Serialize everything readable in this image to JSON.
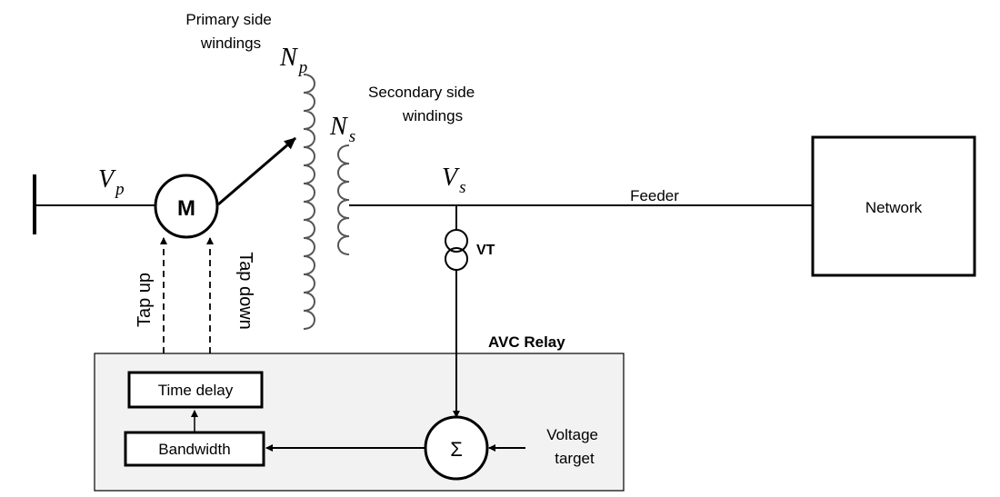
{
  "labels": {
    "primary_windings": [
      "Primary side",
      "windings"
    ],
    "secondary_windings": [
      "Secondary side",
      "windings"
    ],
    "np": {
      "main": "N",
      "sub": "p"
    },
    "ns": {
      "main": "N",
      "sub": "s"
    },
    "vp": {
      "main": "V",
      "sub": "p"
    },
    "vs": {
      "main": "V",
      "sub": "s"
    },
    "motor": "M",
    "feeder": "Feeder",
    "network": "Network",
    "vt": "VT",
    "tap_up": "Tap up",
    "tap_down": "Tap down",
    "avc_relay": "AVC Relay",
    "time_delay": "Time delay",
    "bandwidth": "Bandwidth",
    "sigma": "Σ",
    "voltage_target": [
      "Voltage",
      "target"
    ]
  },
  "colors": {
    "line": "#000000",
    "relay_fill": "#f2f2f2",
    "box_fill": "#ffffff"
  }
}
